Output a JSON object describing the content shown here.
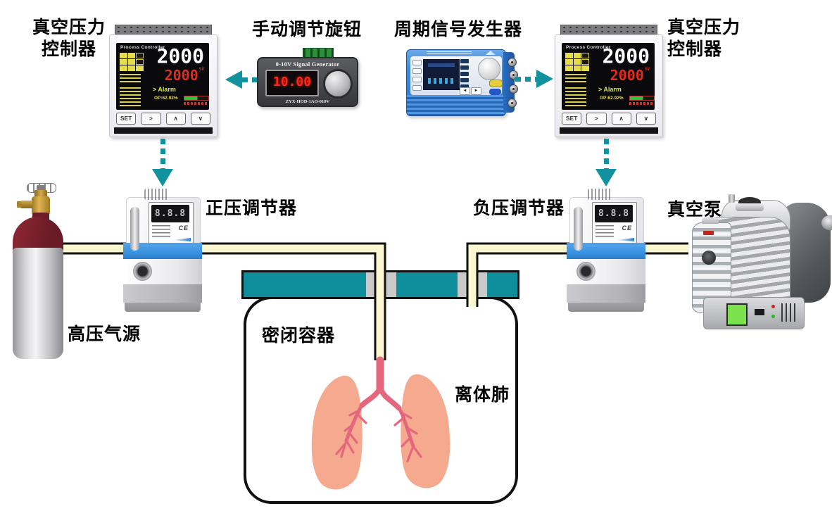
{
  "colors": {
    "teal": "#0e8d9a",
    "arrow": "#12919e",
    "pipe": "#faf7d0",
    "lung": "#f5a98f",
    "bronchi": "#e5677d",
    "cylinder_red": "#7d2230",
    "regulator_blue": "#3a93e0"
  },
  "labels": {
    "vacuum_pressure_controller_left": {
      "line1": "真空压力",
      "line2": "控制器"
    },
    "manual_knob": "手动调节旋钮",
    "signal_generator": "周期信号发生器",
    "vacuum_pressure_controller_right": {
      "line1": "真空压力",
      "line2": "控制器"
    },
    "high_pressure_gas_source": "高压气源",
    "positive_pressure_regulator": "正压调节器",
    "negative_pressure_regulator": "负压调节器",
    "vacuum_pump": "真空泵",
    "sealed_container": "密闭容器",
    "isolated_lung": "离体肺"
  },
  "process_controller": {
    "brand": "Process Controller",
    "pv": "2000",
    "sv": "2000",
    "sv_suffix": "SV",
    "alarm": "> Alarm",
    "output": "OP:62.92%",
    "buttons": [
      "SET",
      ">",
      "∧",
      "∨"
    ]
  },
  "manual_knob_device": {
    "title": "0-10V Signal Generator",
    "display": "10.00",
    "model": "ZYX-HOD-1AO-010V"
  },
  "pressure_regulator_device": {
    "display": "8.8.8",
    "ce_mark": "CE"
  }
}
